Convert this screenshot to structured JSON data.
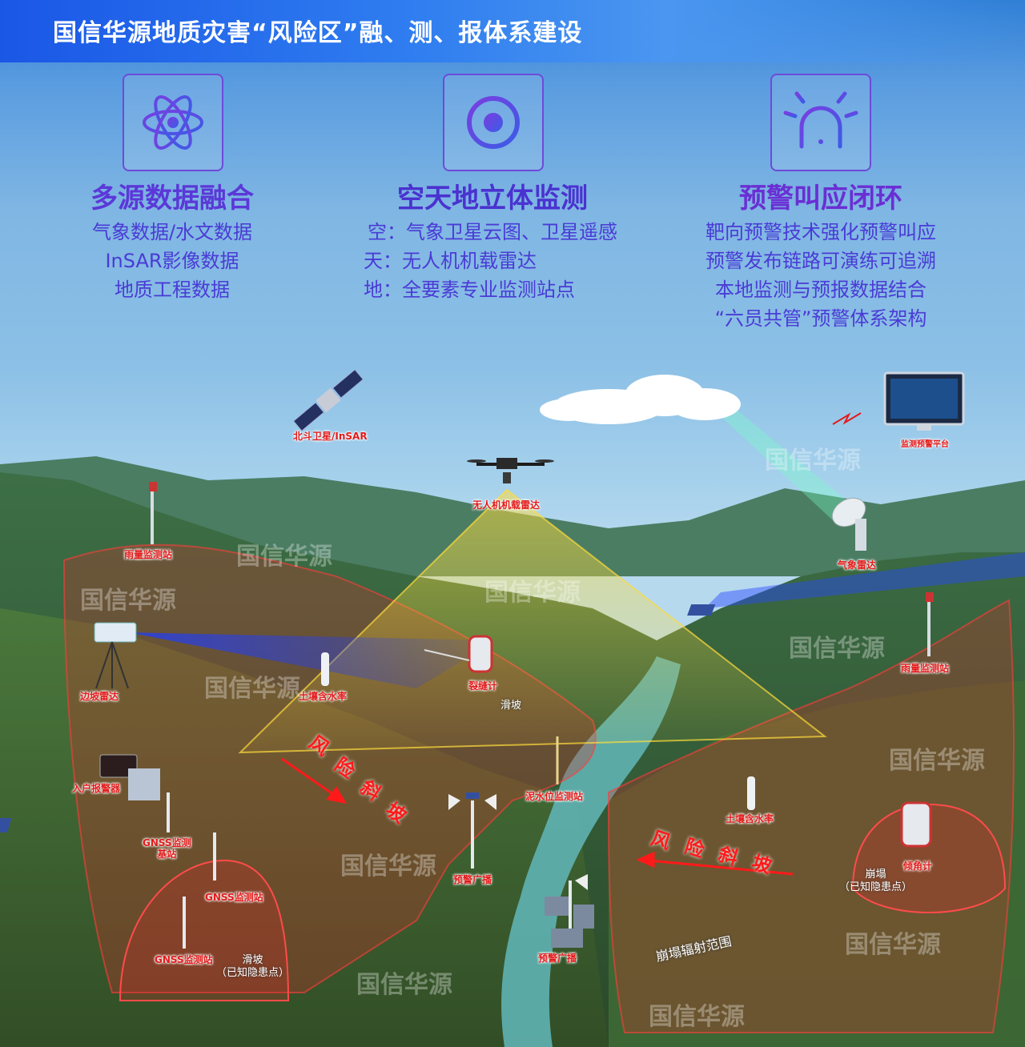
{
  "title": "国信华源地质灾害“风险区”融、测、报体系建设",
  "colors": {
    "accent": "#1a57e6",
    "purple": "#6d4bd8",
    "risk": "#e21b1b"
  },
  "cards": [
    {
      "icon": "atom-icon",
      "title": "多源数据融合",
      "lines": [
        "气象数据/水文数据",
        "InSAR影像数据",
        "地质工程数据"
      ]
    },
    {
      "icon": "target-icon",
      "title": "空天地立体监测",
      "lines": [
        "空：气象卫星云图、卫星遥感",
        "天：无人机机载雷达",
        "地：全要素专业监测站点"
      ]
    },
    {
      "icon": "alarm-light-icon",
      "title": "预警叫应闭环",
      "lines": [
        "靶向预警技术强化预警叫应",
        "预警发布链路可演练可追溯",
        "本地监测与预报数据结合",
        "“六员共管”预警体系架构"
      ]
    }
  ],
  "labels": {
    "satellite": "北斗卫星/InSAR",
    "platform": "监测预警平台",
    "drone": "无人机机载雷达",
    "weather_radar": "气象雷达",
    "rain_left": "雨量监测站",
    "rain_right": "雨量监测站",
    "slope_radar": "边坡雷达",
    "soil_left": "土壤含水率",
    "crack": "裂缝计",
    "landslide": "滑坡",
    "mud_level": "泥水位监测站",
    "home_alarm": "入户报警器",
    "gnss_base": "GNSS监测\n基站",
    "gnss_1": "GNSS监测站",
    "gnss_2": "GNSS监测站",
    "known_landslide": "滑坡\n（已知隐患点）",
    "broadcast_1": "预警广播",
    "broadcast_2": "预警广播",
    "soil_right": "土壤含水率",
    "collapse": "崩塌\n（已知隐患点）",
    "tilt": "倾角计",
    "collapse_range": "崩塌辐射范围"
  },
  "risk_slope_text": [
    "风",
    "险",
    "斜",
    "坡"
  ],
  "watermark": "国信华源"
}
